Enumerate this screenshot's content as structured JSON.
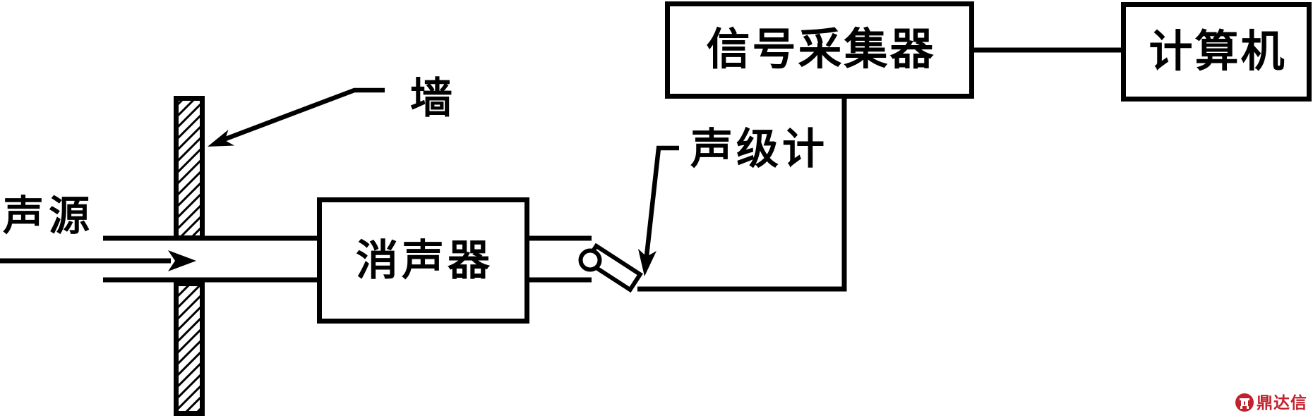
{
  "diagram": {
    "source_label": "声源",
    "wall_label": "墙",
    "meter_label": "声级计",
    "muffler_label": "消声器",
    "collector_label": "信号采集器",
    "computer_label": "计算机"
  },
  "watermark": {
    "brand": "鼎达信"
  },
  "colors": {
    "ink": "#000000",
    "background": "#ffffff",
    "watermark_red": "#c2212e"
  }
}
